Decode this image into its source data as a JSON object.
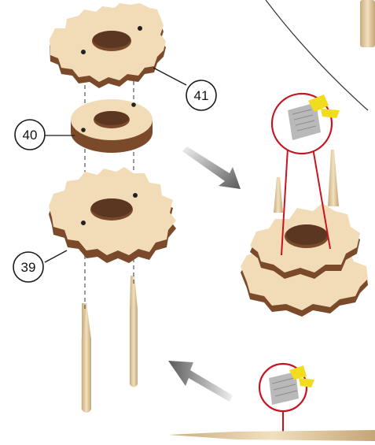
{
  "callouts": [
    {
      "id": "part-41",
      "label": "41"
    },
    {
      "id": "part-40",
      "label": "40"
    },
    {
      "id": "part-39",
      "label": "39"
    }
  ],
  "colors": {
    "plywood_face": "#f2dcb8",
    "plywood_edge": "#7a4a2a",
    "dowel": "#e8d2a6",
    "callout_stroke": "#1a1a1a",
    "detail_circle": "#c8141e",
    "cutter_blade": "#b9b9b9",
    "cutter_handle": "#f2dc1e",
    "arrow": "#6e6e6e",
    "curve_line": "#333333"
  },
  "icons": [
    "cutter-knife-icon",
    "arrow-down-right-icon",
    "arrow-left-icon"
  ]
}
